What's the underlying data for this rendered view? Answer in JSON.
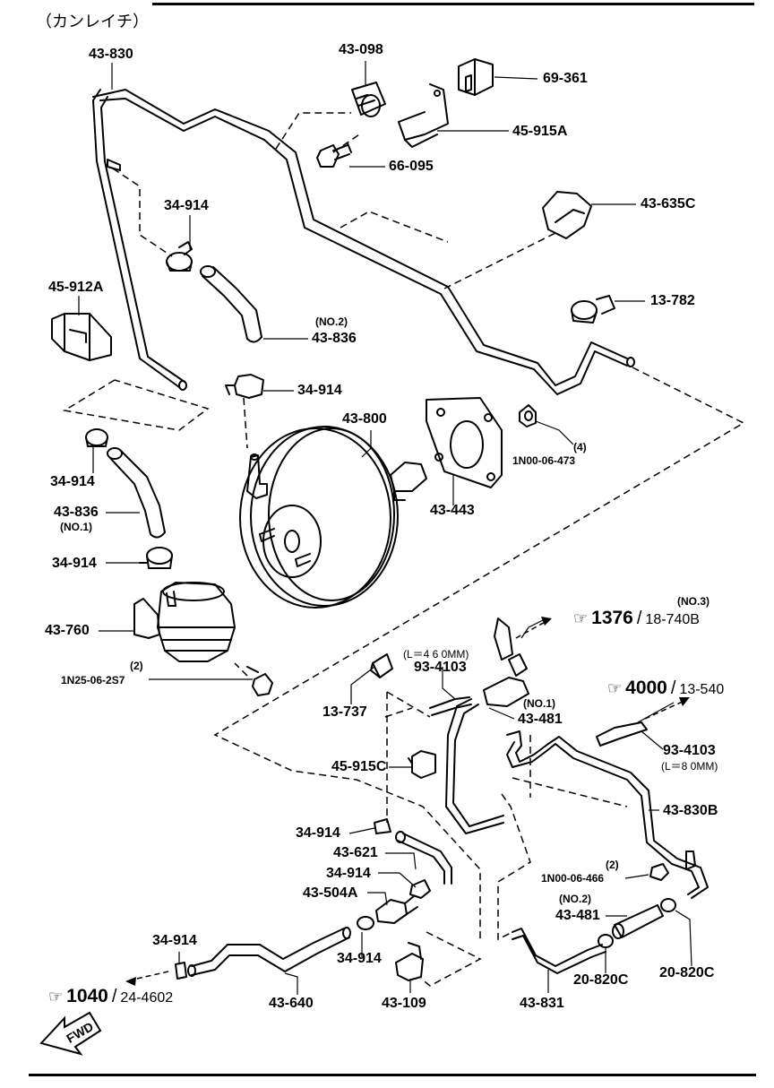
{
  "header": {
    "title": "（カンレイチ）"
  },
  "parts": {
    "p43_830": "43-830",
    "p43_098": "43-098",
    "p69_361": "69-361",
    "p45_915a": "45-915A",
    "p66_095": "66-095",
    "p34_914_a": "34-914",
    "p43_635c": "43-635C",
    "p45_912a": "45-912A",
    "p13_782": "13-782",
    "no2_a": "(NO.2)",
    "p43_836_a": "43-836",
    "p34_914_b": "34-914",
    "p43_800": "43-800",
    "qty4": "(4)",
    "p1n00_06_473": "1N00-06-473",
    "p34_914_c": "34-914",
    "p43_443": "43-443",
    "p43_836_b": "43-836",
    "no1_a": "(NO.1)",
    "p34_914_d": "34-914",
    "no3": "(NO.3)",
    "p43_760": "43-760",
    "qty2_a": "(2)",
    "p1n25_06_2s7": "1N25-06-2S7",
    "len460": "(L＝4 6 0MM)",
    "p93_4103_a": "93-4103",
    "p13_737": "13-737",
    "no1_b": "(NO.1)",
    "p43_481_a": "43-481",
    "p93_4103_b": "93-4103",
    "len80": "(L＝8 0MM)",
    "p45_915c": "45-915C",
    "p43_830b": "43-830B",
    "p34_914_e": "34-914",
    "p43_621": "43-621",
    "p34_914_f": "34-914",
    "qty2_b": "(2)",
    "p1n00_06_466": "1N00-06-466",
    "p43_504a": "43-504A",
    "no2_b": "(NO.2)",
    "p43_481_b": "43-481",
    "p34_914_g": "34-914",
    "p34_914_h": "34-914",
    "p20_820c_a": "20-820C",
    "p20_820c_b": "20-820C",
    "p43_640": "43-640",
    "p43_109": "43-109",
    "p43_831": "43-831"
  },
  "refs": {
    "r1376": {
      "num": "1376",
      "page": "18-740B"
    },
    "r4000": {
      "num": "4000",
      "page": "13-540"
    },
    "r1040": {
      "num": "1040",
      "page": "24-4602"
    }
  },
  "fwd": "FWD"
}
